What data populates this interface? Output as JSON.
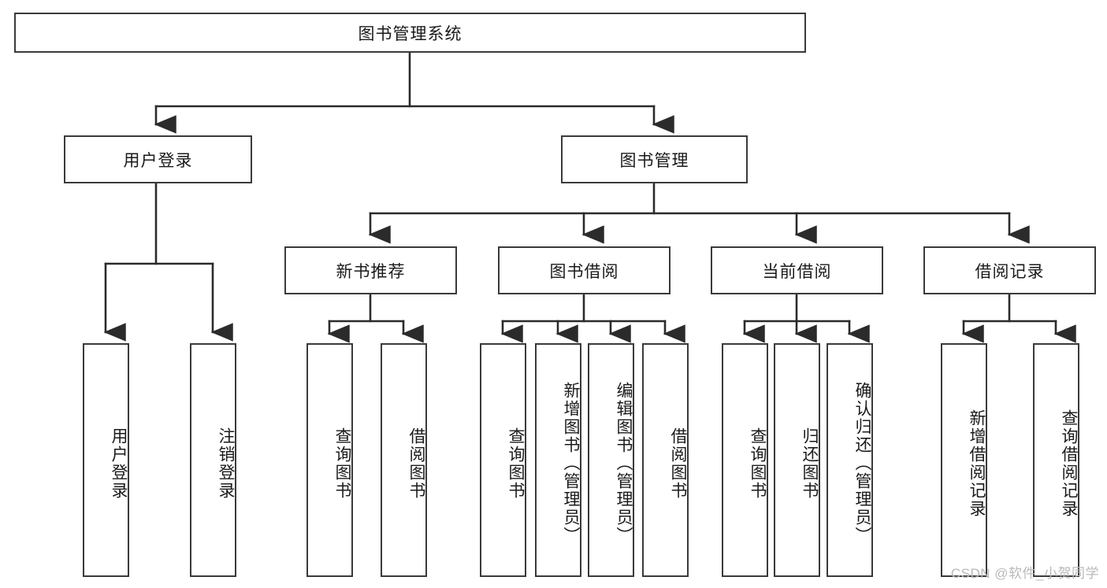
{
  "diagram": {
    "type": "tree",
    "title": "图书管理系统",
    "colors": {
      "box_border": "#3a3a3a",
      "box_fill": "#ffffff",
      "connector": "#2b2b2b",
      "text": "#1a1a1a",
      "watermark": "#b9b9b9",
      "background": "#ffffff"
    },
    "root": {
      "label": "图书管理系统"
    },
    "level2": [
      {
        "id": "user-login",
        "label": "用户登录"
      },
      {
        "id": "book-manage",
        "label": "图书管理"
      }
    ],
    "level3": [
      {
        "id": "new-book-recommend",
        "label": "新书推荐"
      },
      {
        "id": "book-borrow",
        "label": "图书借阅"
      },
      {
        "id": "current-borrow",
        "label": "当前借阅"
      },
      {
        "id": "borrow-record",
        "label": "借阅记录"
      }
    ],
    "leaves": {
      "user_login": [
        {
          "id": "leaf-user-login",
          "label": "用户登录"
        },
        {
          "id": "leaf-logout-login",
          "label": "注销登录"
        }
      ],
      "new_book_recommend": [
        {
          "id": "leaf-query-book-1",
          "label": "查询图书"
        },
        {
          "id": "leaf-borrow-book-1",
          "label": "借阅图书"
        }
      ],
      "book_borrow": [
        {
          "id": "leaf-query-book-2",
          "label": "查询图书"
        },
        {
          "id": "leaf-add-book",
          "label": "新增图书（管理员）"
        },
        {
          "id": "leaf-edit-book",
          "label": "编辑图书（管理员）"
        },
        {
          "id": "leaf-borrow-book-2",
          "label": "借阅图书"
        }
      ],
      "current_borrow": [
        {
          "id": "leaf-query-book-3",
          "label": "查询图书"
        },
        {
          "id": "leaf-return-book",
          "label": "归还图书"
        },
        {
          "id": "leaf-confirm-return",
          "label": "确认归还（管理员）"
        }
      ],
      "borrow_record": [
        {
          "id": "leaf-add-record",
          "label": "新增借阅记录"
        },
        {
          "id": "leaf-query-record",
          "label": "查询借阅记录"
        }
      ]
    }
  },
  "watermark": {
    "text": "CSDN @软件_小贺同学"
  }
}
